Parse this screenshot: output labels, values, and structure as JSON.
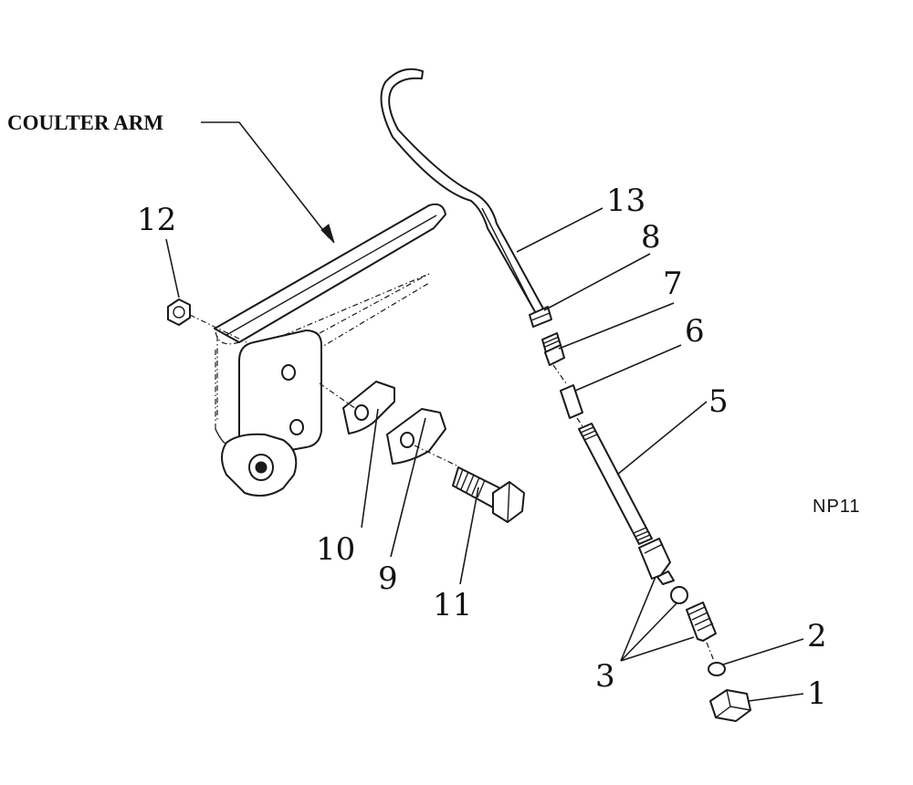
{
  "diagram": {
    "assembly_label": "COULTER ARM",
    "drawing_code": "NP11",
    "callouts": [
      "1",
      "2",
      "3",
      "5",
      "6",
      "7",
      "8",
      "9",
      "10",
      "11",
      "12",
      "13"
    ]
  }
}
